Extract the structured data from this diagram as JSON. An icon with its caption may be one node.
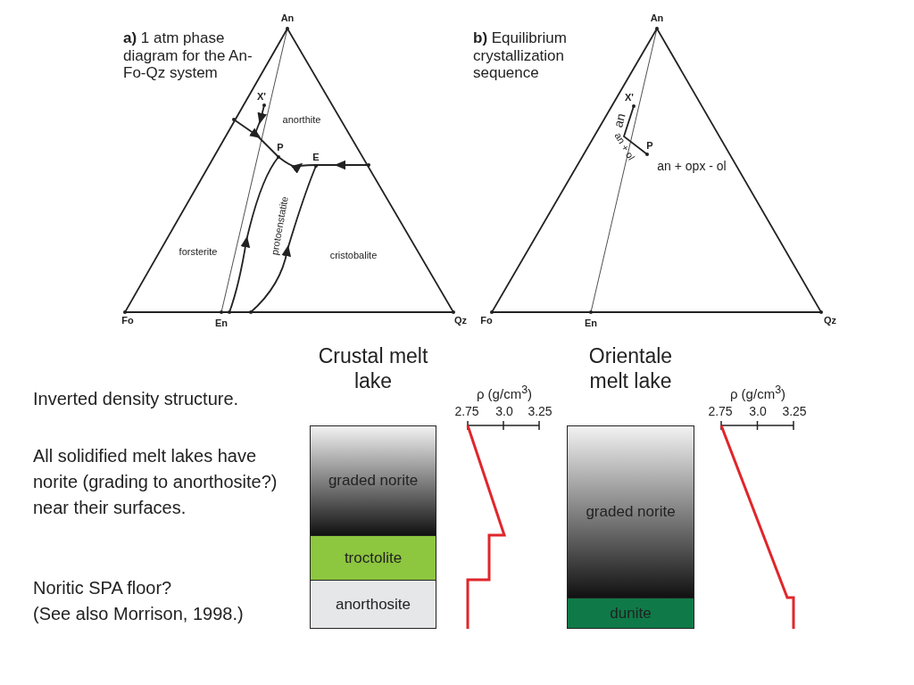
{
  "diagram": {
    "nodes": [
      {
        "text": [
          "Crustal melt lake"
        ]
      },
      {
        "text": [
          "graded norite"
        ],
        "in": 0
      },
      {
        "text": [
          "troctolite"
        ],
        "in": 0
      },
      {
        "text": [
          "anorthosite"
        ],
        "in": 0
      },
      {
        "text": [
          "Orientale melt lake"
        ]
      },
      {
        "text": [
          "graded norite"
        ],
        "in": 4
      },
      {
        "text": [
          "dunite"
        ],
        "in": 4
      }
    ],
    "labels": [
      "**a)** 1 atm phase diagram for the An-Fo-Qz system",
      "An",
      "X'",
      "anorthite",
      "P",
      "E",
      "forsterite",
      "protoenstatite",
      "cristobalite",
      "Fo",
      "En",
      "Qz",
      "**b)** Equilibrium crystallization sequence",
      "An",
      "X'",
      "an",
      "an + ol",
      "P",
      "an + opx - ol",
      "Fo",
      "En",
      "Qz",
      "Inverted density structure.",
      "All solidified melt lakes have norite (grading to anorthosite?) near their surfaces.",
      "Noritic SPA floor?",
      "(See also Morrison, 1998.)",
      "ρ (g/cm$^{3}$)",
      "2.75",
      "3.0",
      "3.25",
      "ρ (g/cm$^{3}$)",
      "2.75",
      "3.0",
      "3.25"
    ]
  }
}
